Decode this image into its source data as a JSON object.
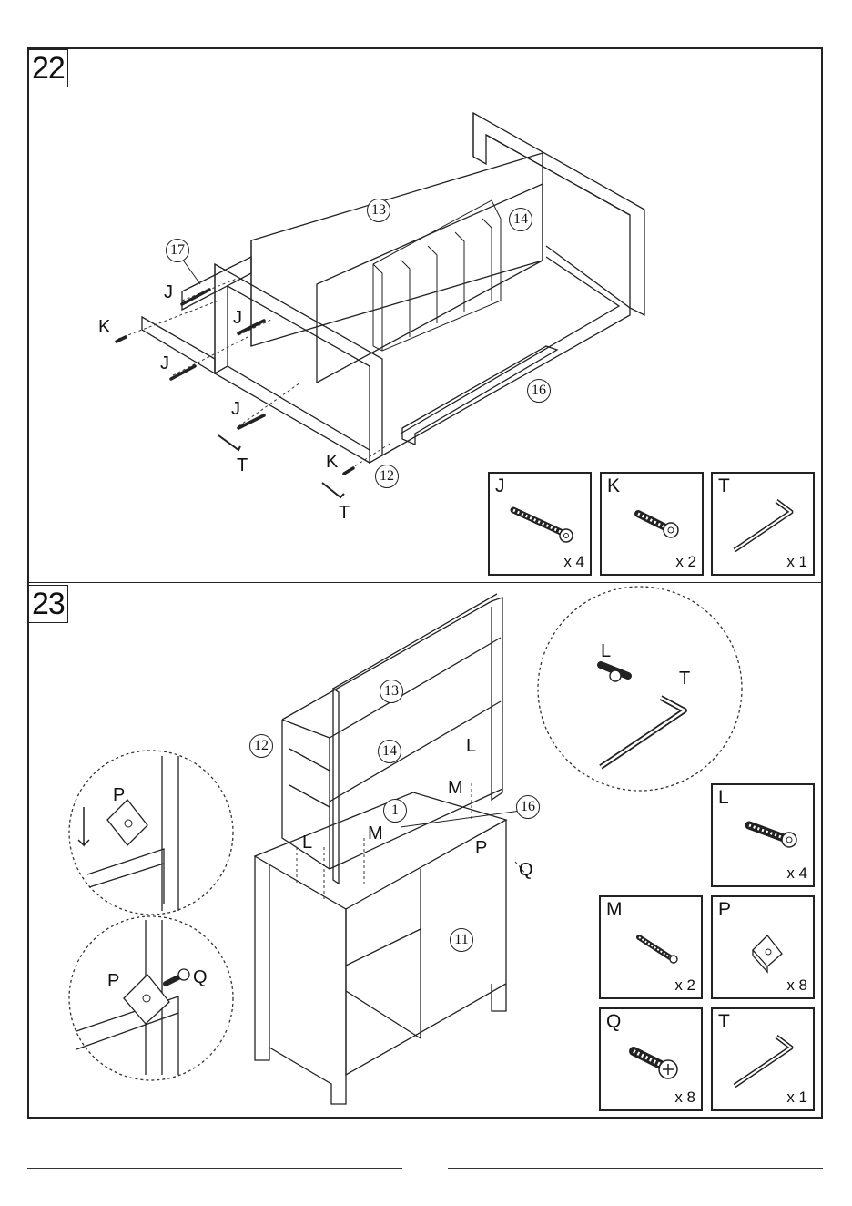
{
  "steps": [
    {
      "number": "22",
      "callouts": {
        "c13": "13",
        "c14": "14",
        "c16": "16",
        "c17": "17",
        "c12": "12"
      },
      "labels": {
        "j1": "J",
        "j2": "J",
        "j3": "J",
        "j4": "J",
        "k1": "K",
        "k2": "K",
        "t1": "T",
        "t2": "T"
      },
      "parts": [
        {
          "letter": "J",
          "qty": "x 4",
          "icon": "long-bolt-icon"
        },
        {
          "letter": "K",
          "qty": "x 2",
          "icon": "short-bolt-icon"
        },
        {
          "letter": "T",
          "qty": "x 1",
          "icon": "allen-key-icon"
        }
      ]
    },
    {
      "number": "23",
      "callouts": {
        "c13": "13",
        "c14": "14",
        "c1": "1",
        "c16": "16",
        "c12": "12",
        "c11": "11"
      },
      "labels": {
        "l1": "L",
        "l2": "L",
        "m1": "M",
        "m2": "M",
        "p1": "P",
        "q1": "Q",
        "zoomP1": "P",
        "zoomP2": "P",
        "zoomQ": "Q",
        "zoomL": "L",
        "zoomT": "T"
      },
      "parts": [
        {
          "letter": "L",
          "qty": "x 4",
          "icon": "bolt-icon"
        },
        {
          "letter": "M",
          "qty": "x 2",
          "icon": "wall-anchor-icon"
        },
        {
          "letter": "P",
          "qty": "x 8",
          "icon": "corner-bracket-icon"
        },
        {
          "letter": "Q",
          "qty": "x 8",
          "icon": "screw-icon"
        },
        {
          "letter": "T",
          "qty": "x 1",
          "icon": "allen-key-icon"
        }
      ]
    }
  ]
}
